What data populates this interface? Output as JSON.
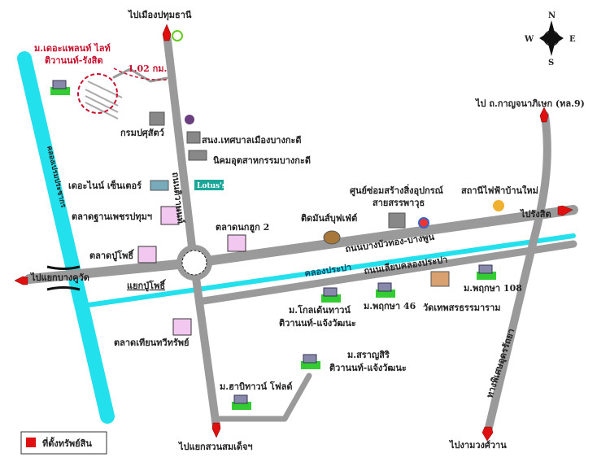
{
  "colors": {
    "road": "#9a9a9a",
    "canal": "#22e0ec",
    "arrow": "#e01010",
    "highlight": "#c8102e",
    "market_box": "#f3c8f0"
  },
  "directions": {
    "north": "ไปเมืองปทุมธานี",
    "west": "ไปแยกบางคูวัด",
    "south": "ไปแยกสวนสมเด็จฯ",
    "east": "ไปรังสิต",
    "northeast": "ไป ถ.กาญจนาภิเษก (ทล.9)",
    "southeast": "ไปงามวงศ์วาน"
  },
  "compass": {
    "n": "N",
    "s": "S",
    "e": "E",
    "w": "W"
  },
  "property": {
    "name_line1": "ม.เดอะแพลนท์ ไลท์",
    "name_line2": "ติวานนท์-รังสิต",
    "distance": "1.02 กม."
  },
  "roads": {
    "main_ew": "ถนนบางบัวทอง-บางพูน",
    "canal_road": "ถนนเลียบคลองประปา",
    "north_south": "ถนนติวานนท์",
    "expressway": "ทางพิเศษอุดรรัถยา",
    "canal_thin": "คลองประปา",
    "canal_left": "คลองเปรมประชากร",
    "junction": "แยกปู่โพธิ์"
  },
  "landmarks": {
    "livestock": "กรมปศุสัตว์",
    "municipality": "สนง.เทศบาลเมืองบางกะดี",
    "industrial": "นิคมอุตสาหกรรมบางกะดี",
    "nine_center": "เดอะไนน์ เซ็นเตอร์",
    "lotus": "Lotus's",
    "market_petch": "ตลาดฐานเพชรปทุมฯ",
    "market_pupho": "ตลาดปู่โพธิ์",
    "market_bangkuat": "ตลาดนกฮูก 2",
    "market_tian": "ตลาดเทียนทวีทรัพย์",
    "buffet": "ติดมันส์บุฟเฟ่ต์",
    "repair_line1": "ศูนย์ซ่อมสร้างสิ่งอุปกรณ์",
    "repair_line2": "สายสรรพาวุธ",
    "substation": "สถานีไฟฟ้าบ้านใหม่",
    "temple": "วัดเทพสรธรรมาราม",
    "golden_line1": "ม.โกลเด้นทาวน์",
    "golden_line2": "ติวานนท์-แจ้งวัฒนะ",
    "pruksa46": "ม.พฤกษา 46",
    "pruksa108": "ม.พฤกษา 108",
    "saran_line1": "ม.สราญสิริ",
    "saran_line2": "ติวานนท์-แจ้งวัฒนะ",
    "habitown": "ม.ฮาบิทาวน์ โฟลด์"
  },
  "legend": {
    "label": "ที่ตั้งทรัพย์สิน"
  }
}
